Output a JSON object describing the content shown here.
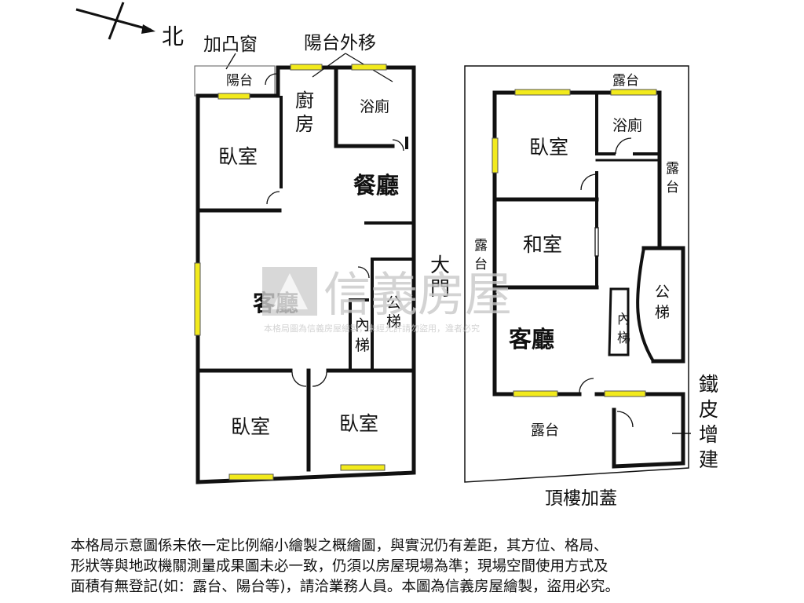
{
  "compass": {
    "north_label": "北"
  },
  "annotations": {
    "bay_window": "加凸窗",
    "balcony_moved": "陽台外移",
    "main_door": [
      "大",
      "門"
    ],
    "rooftop_addition": "頂樓加蓋",
    "iron_addition": [
      "鐵",
      "皮",
      "增",
      "建"
    ]
  },
  "floor_main": {
    "balcony": "陽台",
    "kitchen": [
      "廚",
      "房"
    ],
    "bathroom": "浴廁",
    "bedroom_nw": "臥室",
    "dining": "餐廳",
    "living": "客廳",
    "public_stair": [
      "公",
      "梯"
    ],
    "inner_stair": [
      "內",
      "梯"
    ],
    "bedroom_sw": "臥室",
    "bedroom_se": "臥室"
  },
  "floor_roof": {
    "terrace_top": "露台",
    "terrace_right": [
      "露",
      "台"
    ],
    "terrace_left": [
      "露",
      "台"
    ],
    "bathroom": "浴廁",
    "bedroom": "臥室",
    "japanese_room": "和室",
    "living": "客廳",
    "inner_stair": [
      "內",
      "梯"
    ],
    "public_stair": [
      "公",
      "梯"
    ],
    "terrace_bottom": "露台"
  },
  "watermark": {
    "brand": "信義房屋",
    "notice": "本格局圖為信義房屋繪製，未經允許請勿盜用，違者必究"
  },
  "disclaimer": [
    "本格局示意圖係未依一定比例縮小繪製之概繪圖，與實況仍有差距，其方位、格局、",
    "形狀等與地政機關測量成果圖未必一致，仍須以房屋現場為準；現場空間使用方式及",
    "面積有無登記(如：露台、陽台等)，請洽業務人員。本圖為信義房屋繪製，盜用必究。"
  ],
  "colors": {
    "wall": "#111111",
    "window": "#f2ea1c",
    "watermark": "#c9c9c9"
  }
}
